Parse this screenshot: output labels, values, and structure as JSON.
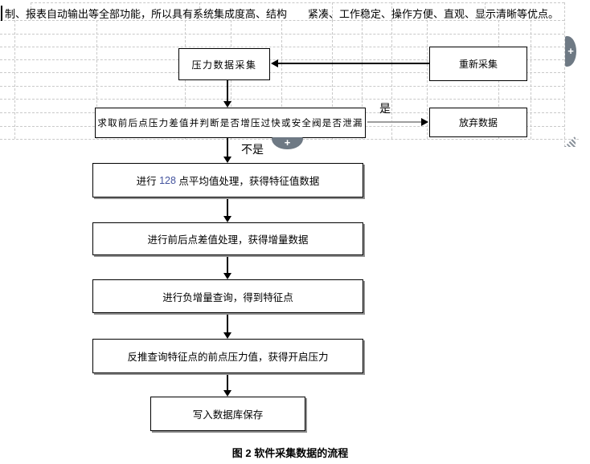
{
  "document": {
    "paragraph_left": "制、报表自动输出等全部功能，所以具有系统集成度高、结构",
    "paragraph_right": "紧凑、工作稳定、操作方便、直观、显示清晰等优点。",
    "caption": "图 2 软件采集数据的流程"
  },
  "flowchart": {
    "nodes": {
      "collect": "压力数据采集",
      "recollect": "重新采集",
      "judge": "求取前后点压力差值并判断是否增压过快或安全阀是否泄漏",
      "discard": "放弃数据",
      "average_prefix": "进行 ",
      "average_number": "128",
      "average_suffix": " 点平均值处理，获得特征值数据",
      "diff": "进行前后点差值处理，获得增量数据",
      "negquery": "进行负增量查询，得到特征点",
      "backtrace": "反推查询特征点的前点压力值，获得开启压力",
      "save": "写入数据库保存"
    },
    "edge_labels": {
      "yes": "是",
      "no": "不是"
    }
  },
  "overlay": {
    "plus": "+"
  },
  "colors": {
    "gridline": "#c9c9c9",
    "control_gray": "#6e7984",
    "yes_line_gray": "#9e9e9e",
    "number_highlight": "#44549e"
  }
}
